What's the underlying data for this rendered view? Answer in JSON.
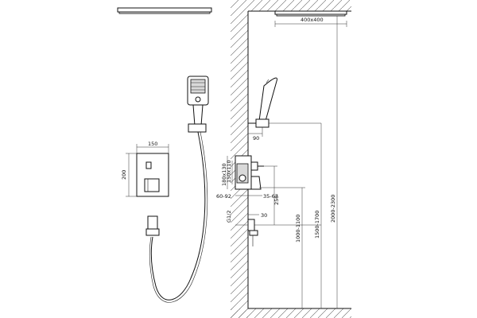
{
  "dimensions": {
    "head_size": "400x400",
    "panel_width": "150",
    "panel_height": "200",
    "holder_offset": "90",
    "box_height_a": "180x130",
    "box_height_b": "150x110",
    "depth_a": "35-67",
    "depth_b": "60-92",
    "outlet_spacing": "250",
    "outlet_depth": "30",
    "thread": "G1/2",
    "mixer_height": "1000-1100",
    "holder_height": "1500-1700",
    "head_height": "2000-2300"
  }
}
